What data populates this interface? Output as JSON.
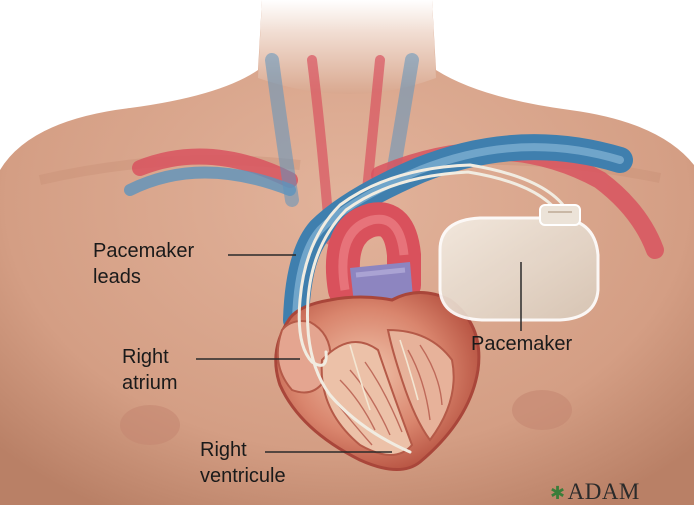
{
  "labels": {
    "pacemaker_leads": [
      "Pacemaker",
      "leads"
    ],
    "pacemaker": "Pacemaker",
    "right_atrium": [
      "Right",
      "atrium"
    ],
    "right_ventricle": [
      "Right",
      "ventricule"
    ]
  },
  "logo": {
    "text": "ADAM",
    "mark_icon": "palm-tree-icon"
  },
  "colors": {
    "skin": "#d9a58c",
    "skin_shadow": "#c08a72",
    "vein": "#3f7fae",
    "artery": "#d8535f",
    "heart_muscle": "#c9614f",
    "heart_inner": "#e7b29a",
    "lead_wire": "#f1ece1",
    "pacemaker_case": "#e9ddd0",
    "label_line": "#2a2a2a"
  }
}
